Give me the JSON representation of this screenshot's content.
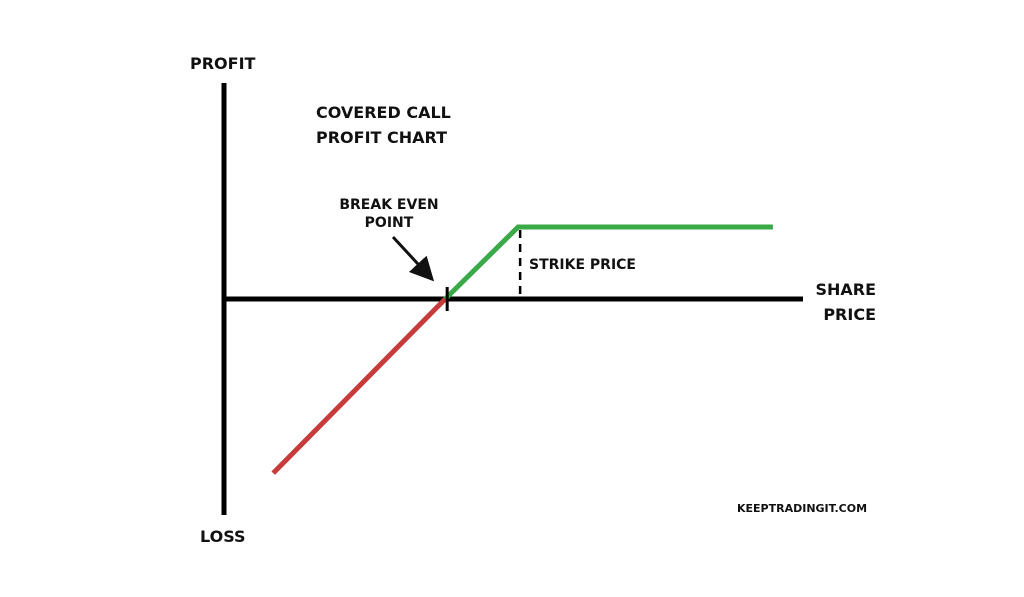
{
  "chart_data": {
    "type": "line",
    "title": "COVERED CALL PROFIT CHART",
    "title_lines": [
      "COVERED CALL",
      "PROFIT CHART"
    ],
    "ylabel_top": "PROFIT",
    "ylabel_bottom": "LOSS",
    "xlabel_lines": [
      "SHARE",
      "PRICE"
    ],
    "xlim": [
      0,
      10
    ],
    "ylim": [
      -4,
      4
    ],
    "grid": false,
    "series": [
      {
        "name": "loss",
        "color": "#c83b3b",
        "points": [
          [
            0.85,
            -3.24
          ],
          [
            3.82,
            0
          ]
        ]
      },
      {
        "name": "profit",
        "color": "#3aaa49",
        "points": [
          [
            3.82,
            0
          ],
          [
            5.08,
            1.34
          ],
          [
            9.48,
            1.34
          ]
        ]
      }
    ],
    "annotations": {
      "break_even": {
        "lines": [
          "BREAK EVEN",
          "POINT"
        ],
        "x": 3.82
      },
      "strike": {
        "label": "STRIKE PRICE",
        "x": 5.08
      }
    },
    "watermark": "KEEPTRADINGIT.COM"
  }
}
